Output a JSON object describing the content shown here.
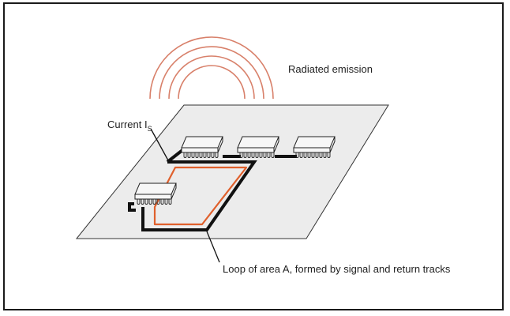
{
  "labels": {
    "radiated_emission": "Radiated emission",
    "current_prefix": "Current I",
    "current_subscript": "S",
    "loop": "Loop of area A, formed by signal and return tracks"
  },
  "colors": {
    "board_fill": "#ececec",
    "board_stroke": "#333333",
    "track": "#111111",
    "current_loop": "#e0602c",
    "emission_arcs": "#d8806a",
    "chip_body": "#f7f7f7"
  },
  "components": [
    "chip",
    "chip",
    "chip",
    "chip"
  ]
}
